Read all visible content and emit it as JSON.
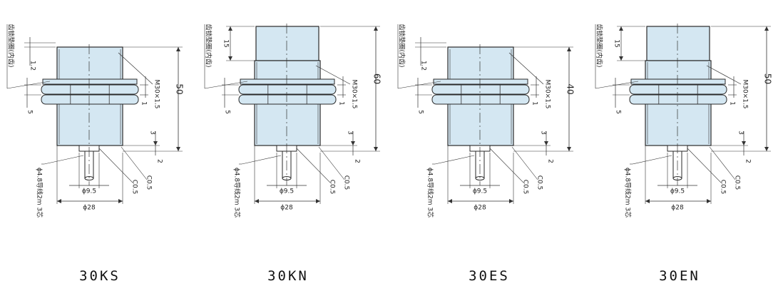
{
  "panels": [
    {
      "model": "30KS",
      "body_type": "flush",
      "washer_note": "齿锁垫圈(内齿)",
      "thread": "M30×1.5",
      "length_total": "50",
      "cable_note": "ϕ4.8导线2m 3芯",
      "dims": {
        "washer_offset": "1.2",
        "nut": "5",
        "nut_gap": "1",
        "tail": "3",
        "tail_step": "2",
        "chamfer_a": "C0.5",
        "chamfer_b": "C0.5",
        "inner_dia": "ϕ9.5",
        "outer_dia": "ϕ28"
      }
    },
    {
      "model": "30KN",
      "body_type": "non-flush",
      "washer_note": "齿锁垫圈(内齿)",
      "thread": "M30×1.5",
      "length_total": "60",
      "cable_note": "ϕ4.8导线2m 3芯",
      "dims": {
        "head": "15",
        "nut": "5",
        "nut_gap": "1",
        "tail": "3",
        "tail_step": "2",
        "chamfer_a": "C0.5",
        "chamfer_b": "C0.5",
        "inner_dia": "ϕ9.5",
        "outer_dia": "ϕ28"
      }
    },
    {
      "model": "30ES",
      "body_type": "flush",
      "washer_note": "齿锁垫圈(内齿)",
      "thread": "M30×1.5",
      "length_total": "40",
      "cable_note": "ϕ4.8导线2m 3芯",
      "dims": {
        "washer_offset": "1.2",
        "nut": "5",
        "nut_gap": "1",
        "tail": "3",
        "tail_step": "2",
        "chamfer_a": "C0.5",
        "chamfer_b": "C0.5",
        "inner_dia": "ϕ9.5",
        "outer_dia": "ϕ28"
      }
    },
    {
      "model": "30EN",
      "body_type": "non-flush",
      "washer_note": "齿锁垫圈(内齿)",
      "thread": "M30×1.5",
      "length_total": "50",
      "cable_note": "ϕ4.8导线2m 3芯",
      "dims": {
        "head": "15",
        "nut": "5",
        "nut_gap": "1",
        "tail": "3",
        "tail_step": "2",
        "chamfer_a": "C0.5",
        "chamfer_b": "C0.5",
        "inner_dia": "ϕ9.5",
        "outer_dia": "ϕ28"
      }
    }
  ],
  "colors": {
    "body_fill": "#d4e7f2",
    "outline": "#2a2a2a",
    "dim_line": "#333333"
  }
}
